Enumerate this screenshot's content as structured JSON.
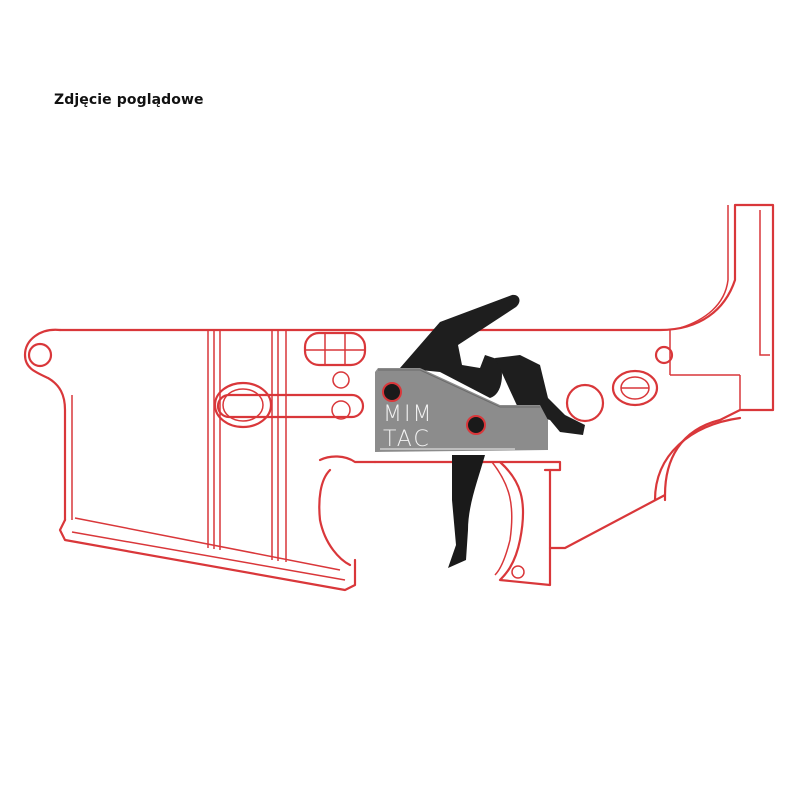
{
  "caption": "Zdjęcie poglądowe",
  "product": {
    "brand_line1": "MIM",
    "brand_line2": "TAC",
    "subject": "drop-in trigger shown inside lower receiver outline"
  },
  "colors": {
    "outline": "#d9373a",
    "housing": "#8a8a8a",
    "trigger_parts": "#1a1a1a",
    "background": "#ffffff"
  }
}
